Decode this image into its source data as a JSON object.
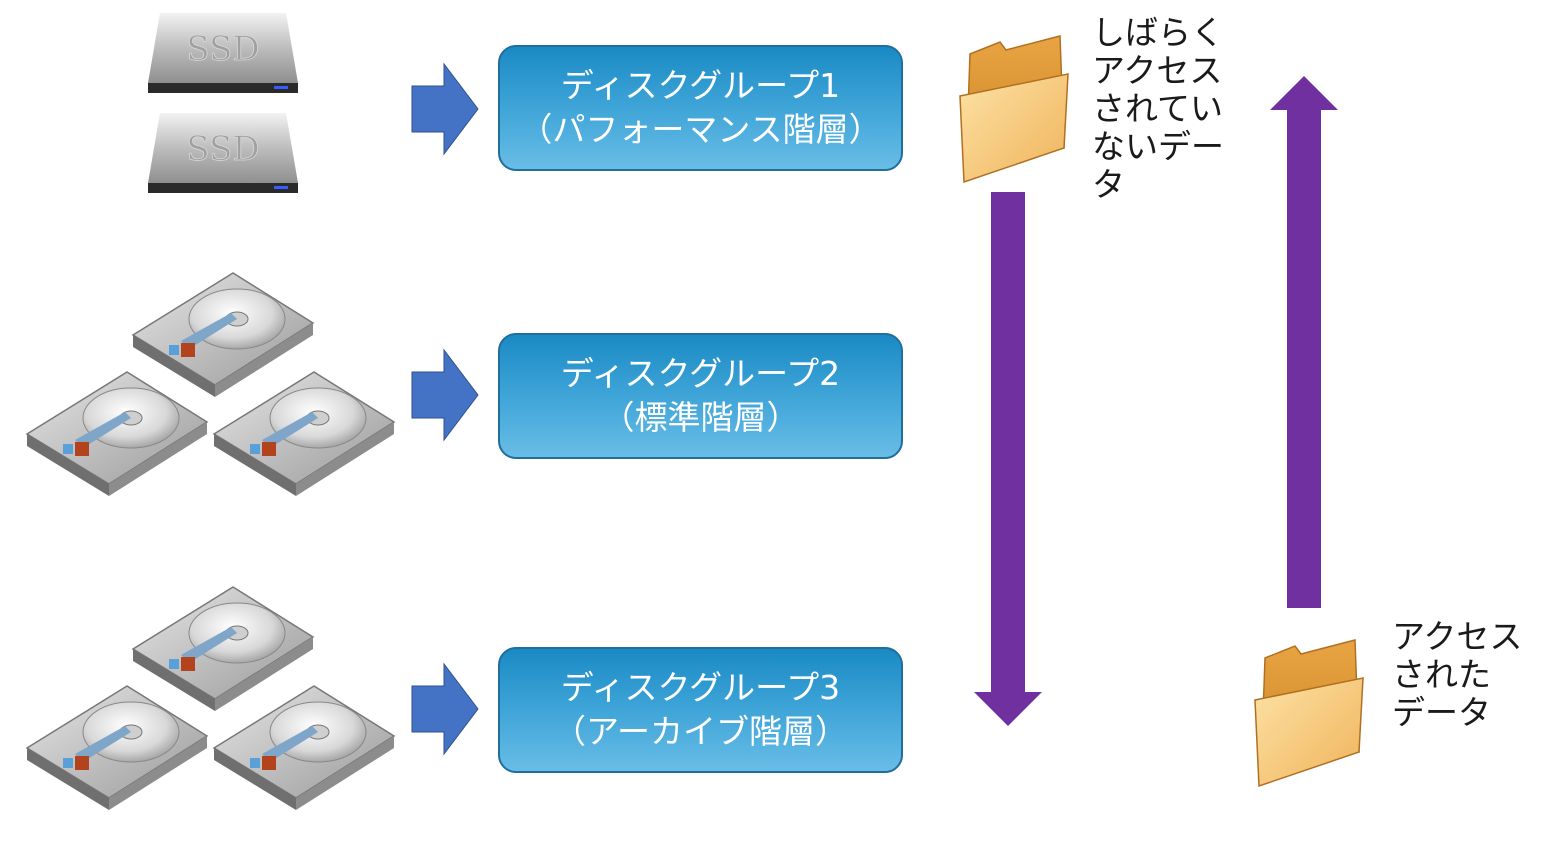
{
  "groups": [
    {
      "title": "ディスクグループ1",
      "subtitle": "（パフォーマンス階層）"
    },
    {
      "title": "ディスクグループ2",
      "subtitle": "（標準階層）"
    },
    {
      "title": "ディスクグループ3",
      "subtitle": "（アーカイブ階層）"
    }
  ],
  "ssd_label": "SSD",
  "labels": {
    "cold_data": "しばらく\nアクセス\nされてい\nないデー\nタ",
    "hot_data": "アクセス\nされた\nデータ"
  },
  "colors": {
    "group_fill": "#1a8ac4",
    "group_border": "#1f6e9e",
    "blue_arrow": "#4472c4",
    "purple_arrow": "#7030a0",
    "folder": "#e8a848"
  },
  "icons": [
    "ssd-icon",
    "hdd-icon",
    "folder-icon",
    "arrow-right-icon",
    "arrow-down-icon",
    "arrow-up-icon"
  ]
}
